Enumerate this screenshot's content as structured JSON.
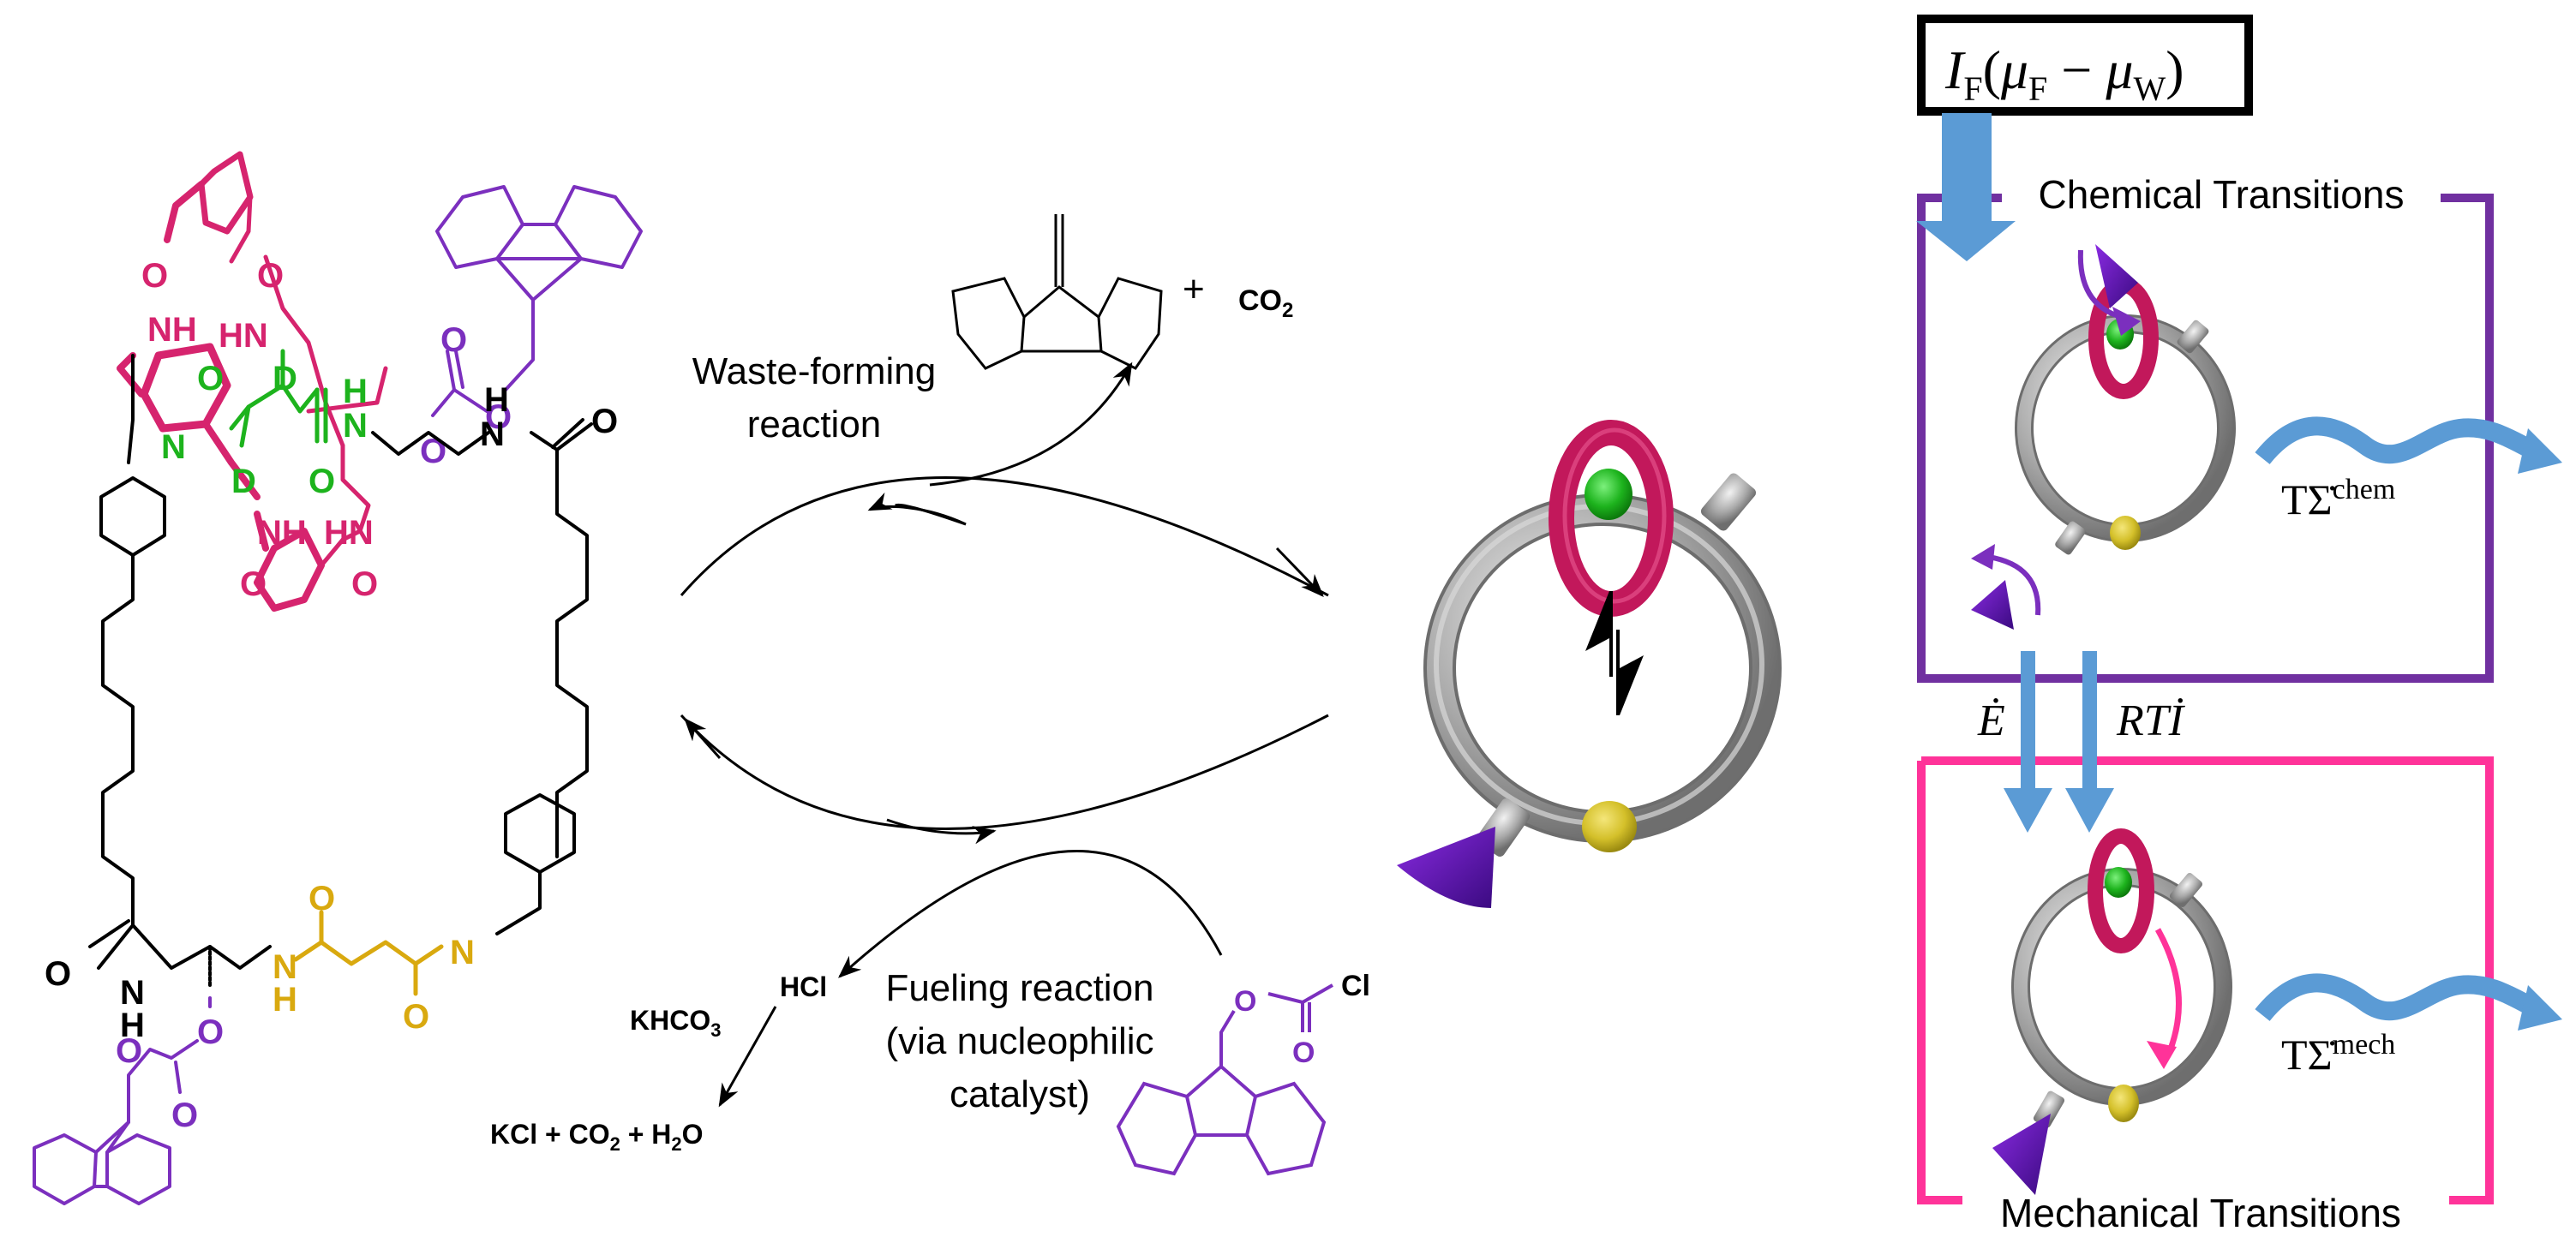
{
  "colors": {
    "macrocycle": "#d6246e",
    "fmoc": "#7b2fbe",
    "station": "#1db31d",
    "fumaramide": "#d9a90f",
    "bond": "#000000",
    "flux_arrow": "#5b9bd5",
    "chem_box": "#7030a0",
    "mech_box": "#ff3399",
    "ring_grey": "#a8a8a8",
    "ring_magenta": "#c2185b",
    "bead_green": "#22c322",
    "bead_yellow": "#d4c02a",
    "stopper_purple": "#5a12b0"
  },
  "molecule": {
    "atoms": {
      "O": "O",
      "N": "N",
      "H": "H",
      "D": "D",
      "NH": "NH",
      "HN": "HN"
    }
  },
  "reaction_cycle": {
    "waste_label_line1": "Waste-forming",
    "waste_label_line2": "reaction",
    "waste_product_plus": "+",
    "waste_co2": "CO",
    "waste_co2_sub": "2",
    "fuel_label_line1": "Fueling reaction",
    "fuel_label_line2": "(via nucleophilic",
    "fuel_label_line3": "catalyst)",
    "hcl": "HCl",
    "khco3": "KHCO",
    "khco3_sub": "3",
    "byproducts": {
      "kcl": "KCl + CO",
      "sub2": "2",
      "plus_h": " + H",
      "sub2b": "2",
      "o": "O"
    },
    "fuel_cl": "Cl",
    "fuel_o1": "O",
    "fuel_o2": "O"
  },
  "energy_diagram": {
    "input_term": {
      "I": "I",
      "F_sub": "F",
      "open": "(",
      "mu1": "μ",
      "mu1_sub": "F",
      "minus": " − ",
      "mu2": "μ",
      "mu2_sub": "W",
      "close": ")"
    },
    "chem_box_title": "Chemical Transitions",
    "mech_box_title": "Mechanical Transitions",
    "chem_dissipation": {
      "T": "T",
      "Sigma": "Σ̇",
      "sup": "chem"
    },
    "mech_dissipation": {
      "T": "T",
      "Sigma": "Σ̇",
      "sup": "mech"
    },
    "energy_flux": "Ė",
    "info_flux": "RTİ"
  }
}
